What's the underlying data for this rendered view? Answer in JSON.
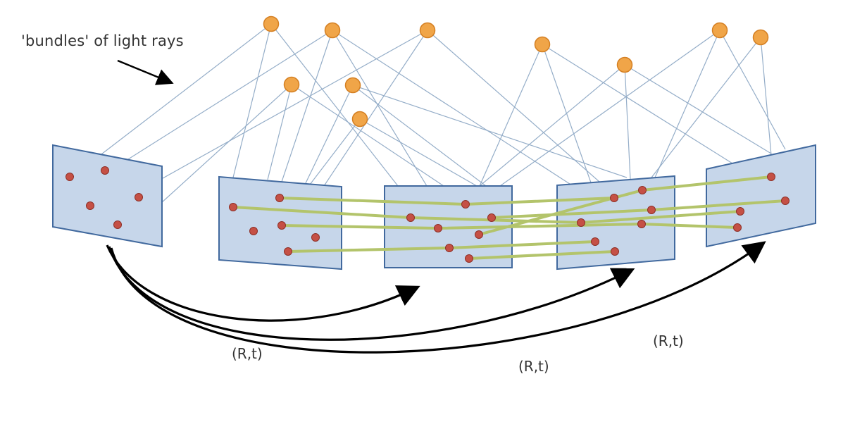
{
  "caption": "'bundles' of light rays",
  "transform_labels": [
    "(R,t)",
    "(R,t)",
    "(R,t)"
  ],
  "colors": {
    "camera_fill": "#c6d6ea",
    "camera_border": "#41699e",
    "point_3d": "#f0a548",
    "point_3d_border": "#d47f22",
    "feature_point": "#c55045",
    "ray": "#94adc8",
    "track": "#b3c46b",
    "arrow": "#000000"
  }
}
